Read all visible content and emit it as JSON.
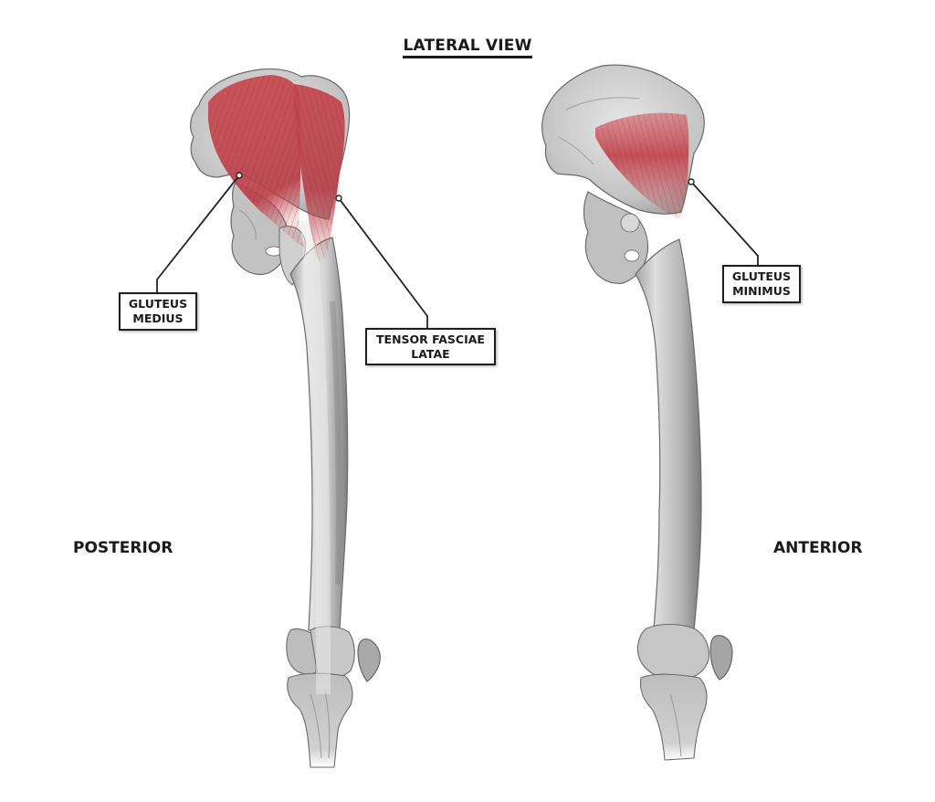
{
  "title": "LATERAL VIEW",
  "views": {
    "left": {
      "label": "POSTERIOR"
    },
    "right": {
      "label": "ANTERIOR"
    }
  },
  "callouts": [
    {
      "id": "gluteus-medius",
      "line1": "GLUTEUS",
      "line2": "MEDIUS"
    },
    {
      "id": "tensor-fasciae-latae",
      "line1": "TENSOR FASCIAE",
      "line2": "LATAE"
    },
    {
      "id": "gluteus-minimus",
      "line1": "GLUTEUS",
      "line2": "MINIMUS"
    }
  ],
  "colors": {
    "muscle": "#c0454c",
    "muscle_fiber": "#9e2f37",
    "bone_light": "#ececec",
    "bone_mid": "#c9c9c9",
    "bone_dark": "#8c8c8c",
    "outline": "#5a5a5a",
    "text": "#1a1a1a"
  }
}
